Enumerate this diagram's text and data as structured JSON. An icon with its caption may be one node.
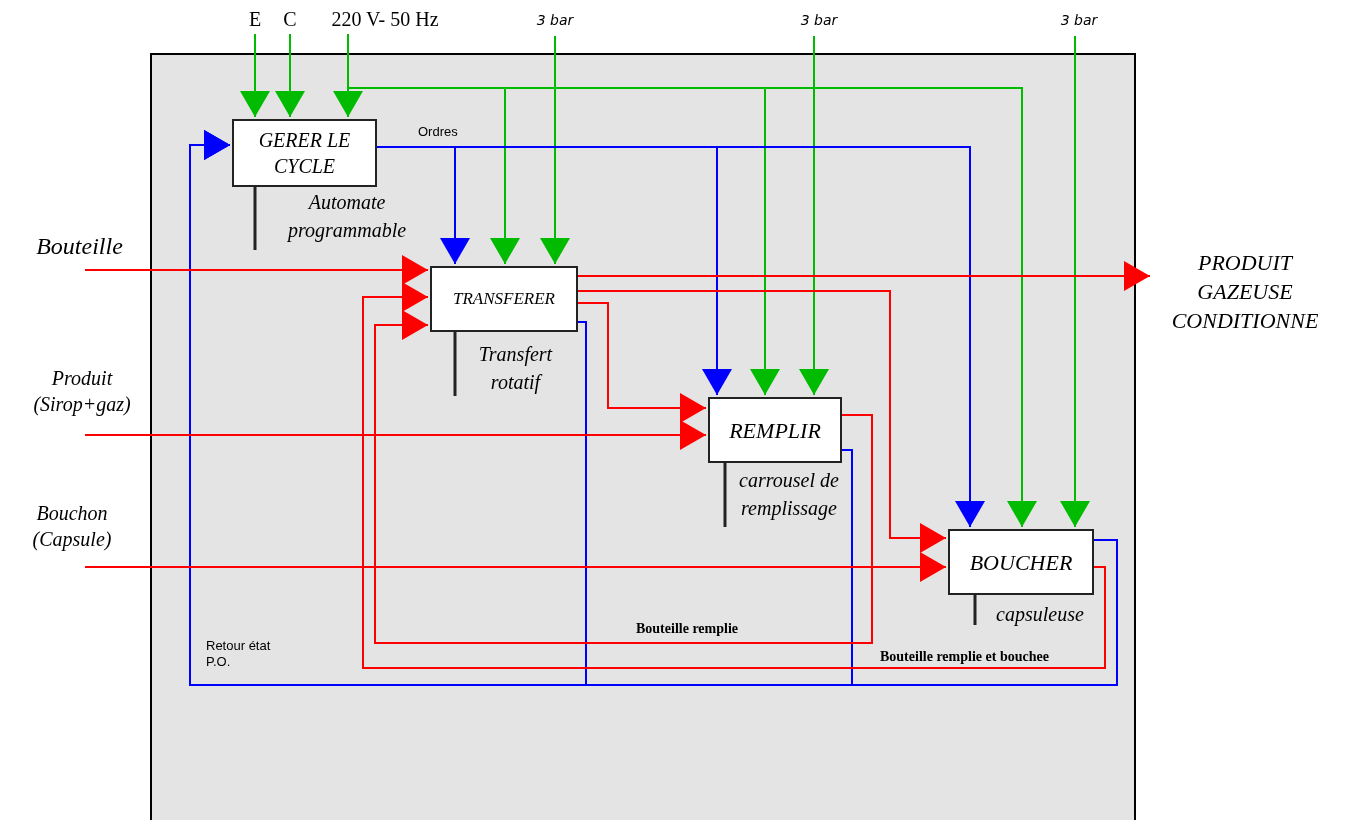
{
  "diagram": {
    "nodes": [
      {
        "text": [],
        "shape": "box"
      },
      {
        "text": [
          "E"
        ]
      },
      {
        "text": [
          "C"
        ]
      },
      {
        "text": [
          "220 V- 50 Hz"
        ]
      },
      {
        "text": [
          "3 bar"
        ]
      },
      {
        "text": [
          "3 bar"
        ]
      },
      {
        "text": [
          "3 bar"
        ]
      },
      {
        "text": [
          "GERER LE CYCLE"
        ],
        "beside": [
          "Automate programmable"
        ],
        "in": 0
      },
      {
        "text": [
          "Bouteille"
        ]
      },
      {
        "text": [
          "TRANSFERER"
        ],
        "beside": [
          "Transfert rotatif"
        ],
        "in": 0
      },
      {
        "text": [
          "PRODUIT GAZEUSE CONDITIONNE"
        ]
      },
      {
        "text": [
          "Produit (Sirop+gaz)"
        ]
      },
      {
        "text": [
          "REMPLIR"
        ],
        "beside": [
          "carrousel de remplissage"
        ],
        "in": 0
      },
      {
        "text": [
          "Bouchon (Capsule)"
        ]
      },
      {
        "text": [
          "BOUCHER"
        ],
        "beside": [
          "capsuleuse"
        ],
        "in": 0
      }
    ],
    "edges": [
      {
        "from": 1,
        "to": 7,
        "arrow": "to"
      },
      {
        "from": 2,
        "to": 7,
        "arrow": "to"
      },
      {
        "from": 3,
        "to": 7,
        "arrow": "to"
      },
      {
        "from": 3,
        "to": 9,
        "arrow": "to"
      },
      {
        "from": 3,
        "to": 12,
        "arrow": "to"
      },
      {
        "from": 3,
        "to": 14,
        "arrow": "to"
      },
      {
        "from": 4,
        "to": 9,
        "arrow": "to"
      },
      {
        "from": 5,
        "to": 12,
        "arrow": "to"
      },
      {
        "from": 6,
        "to": 14,
        "arrow": "to"
      },
      {
        "from": 7,
        "to": 9,
        "arrow": "to",
        "label": "Ordres",
        "color": "#0000ff"
      },
      {
        "from": 7,
        "to": 12,
        "arrow": "to",
        "color": "#0000ff"
      },
      {
        "from": 7,
        "to": 14,
        "arrow": "to",
        "color": "#0000ff"
      },
      {
        "from": 9,
        "to": 7,
        "arrow": "to",
        "label": "Retour état P.O.",
        "color": "#0000ff"
      },
      {
        "from": 12,
        "to": 7,
        "arrow": "to",
        "color": "#0000ff"
      },
      {
        "from": 14,
        "to": 7,
        "arrow": "to",
        "color": "#0000ff"
      },
      {
        "from": 8,
        "to": 9,
        "arrow": "to",
        "color": "#ff0000"
      },
      {
        "from": 9,
        "to": 10,
        "arrow": "to",
        "color": "#ff0000"
      },
      {
        "from": 9,
        "to": 12,
        "arrow": "to",
        "color": "#ff0000"
      },
      {
        "from": 9,
        "to": 14,
        "arrow": "to",
        "color": "#ff0000"
      },
      {
        "from": 11,
        "to": 12,
        "arrow": "to",
        "color": "#ff0000"
      },
      {
        "from": 13,
        "to": 14,
        "arrow": "to",
        "color": "#ff0000"
      },
      {
        "from": 12,
        "to": 9,
        "arrow": "to",
        "label": "Bouteille remplie",
        "color": "#ff0000"
      },
      {
        "from": 14,
        "to": 9,
        "arrow": "to",
        "label": "Bouteille remplie et bouchee",
        "color": "#ff0000"
      }
    ]
  }
}
